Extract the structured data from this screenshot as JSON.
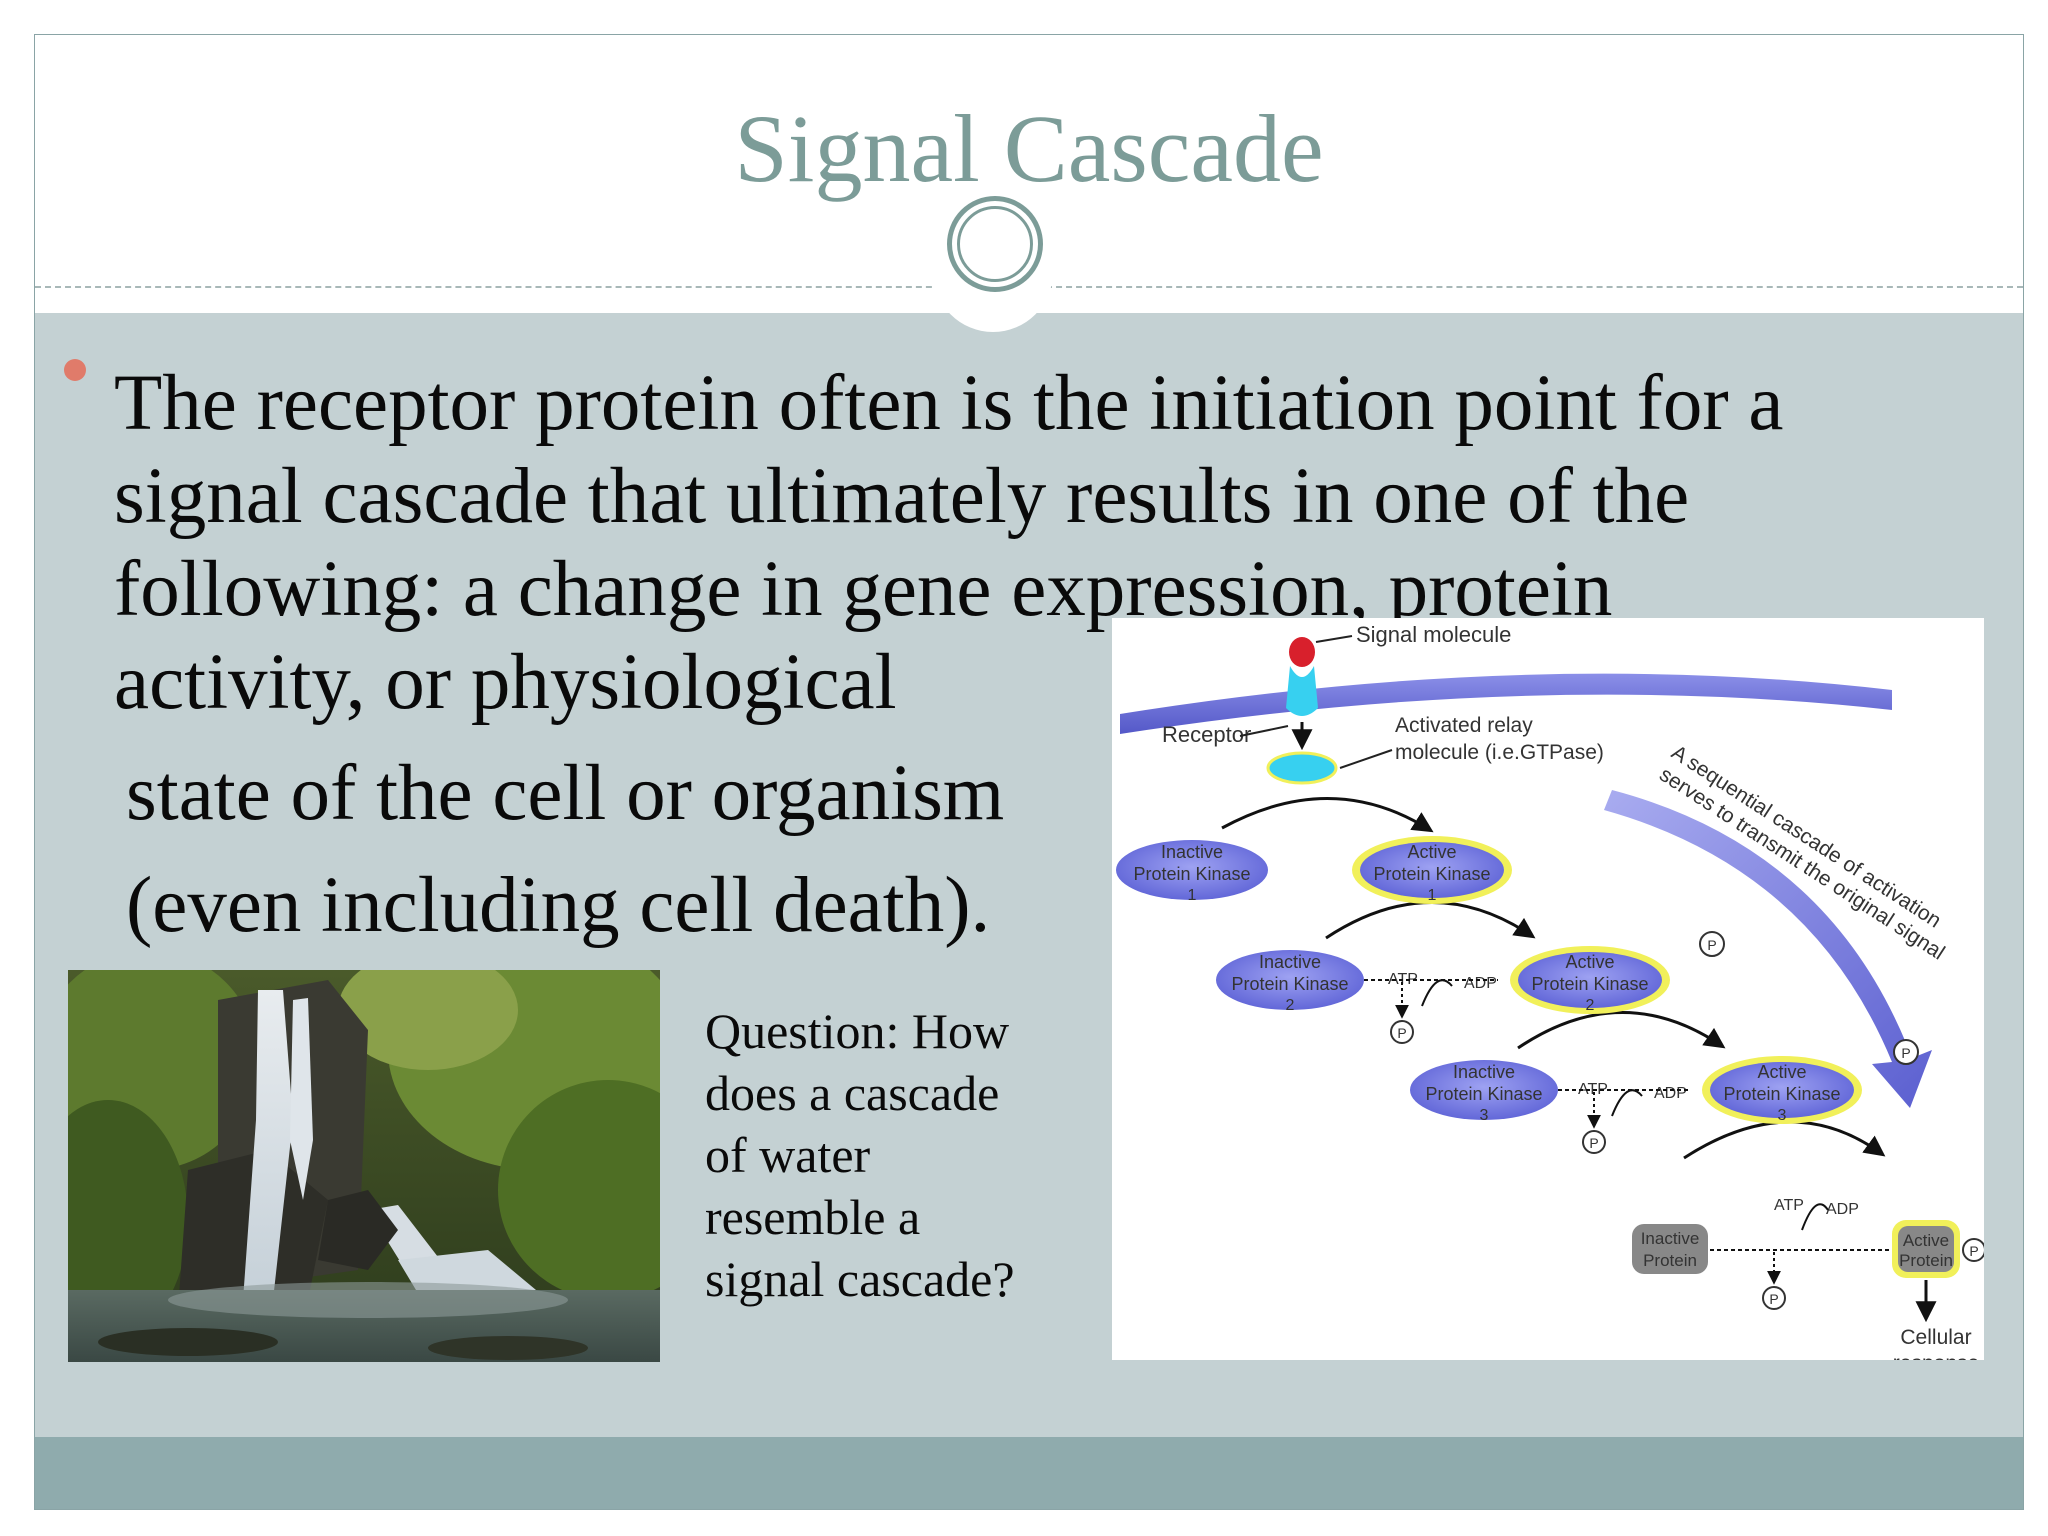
{
  "slide": {
    "title": "Signal Cascade",
    "bullet_lines": [
      "The receptor protein often is the initiation point for a",
      "signal cascade that ultimately results in one of the",
      "following: a change in gene expression, protein",
      "activity, or physiological",
      "state of the cell or organism",
      "(even including cell death)."
    ],
    "question_lines": [
      "Question: How",
      "does a cascade",
      "of water",
      "resemble a",
      "signal cascade?"
    ]
  },
  "diagram": {
    "signal_molecule": "Signal molecule",
    "receptor": "Receptor",
    "relay_line1": "Activated relay",
    "relay_line2": "molecule (i.e.GTPase)",
    "cascade_note_line1": "A sequential cascade of activation",
    "cascade_note_line2": "serves to transmit the original signal",
    "inactive_label": "Inactive",
    "active_label": "Active",
    "kinase_label": "Protein Kinase",
    "protein_label": "Protein",
    "kinase_numbers": [
      "1",
      "2",
      "3"
    ],
    "atp": "ATP",
    "adp": "ADP",
    "phosphate": "P",
    "cellular_line1": "Cellular",
    "cellular_line2": "response",
    "colors": {
      "membrane": "#6f73d8",
      "kinase_fill": "#7b7fe6",
      "active_halo": "#f1f05a",
      "signal_red": "#d8202c",
      "receptor_cyan": "#37d0f0",
      "inactive_protein": "#888888"
    }
  }
}
